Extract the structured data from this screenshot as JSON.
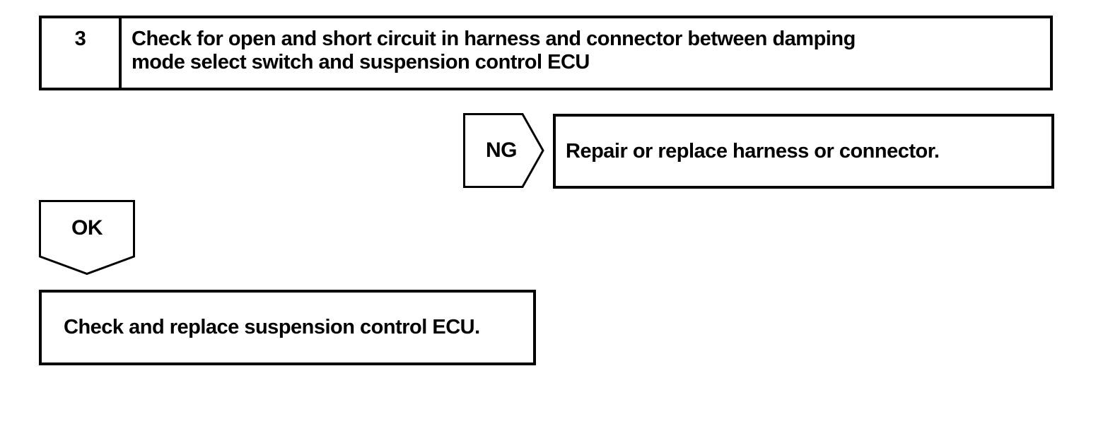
{
  "diagram": {
    "type": "diagnostic-flowchart",
    "step_number": "3",
    "instruction_lines": [
      "Check for open and short circuit in harness and connector between damping",
      "mode select switch and suspension control ECU"
    ],
    "instruction_full": "Check for open and short circuit in harness and connector between damping mode select switch and suspension control ECU",
    "ng_branch": {
      "label": "NG",
      "action": "Repair or replace harness or connector."
    },
    "ok_branch": {
      "label": "OK",
      "action": "Check and replace suspension control ECU."
    }
  },
  "colors": {
    "ink": "#000000",
    "paper": "#ffffff"
  }
}
